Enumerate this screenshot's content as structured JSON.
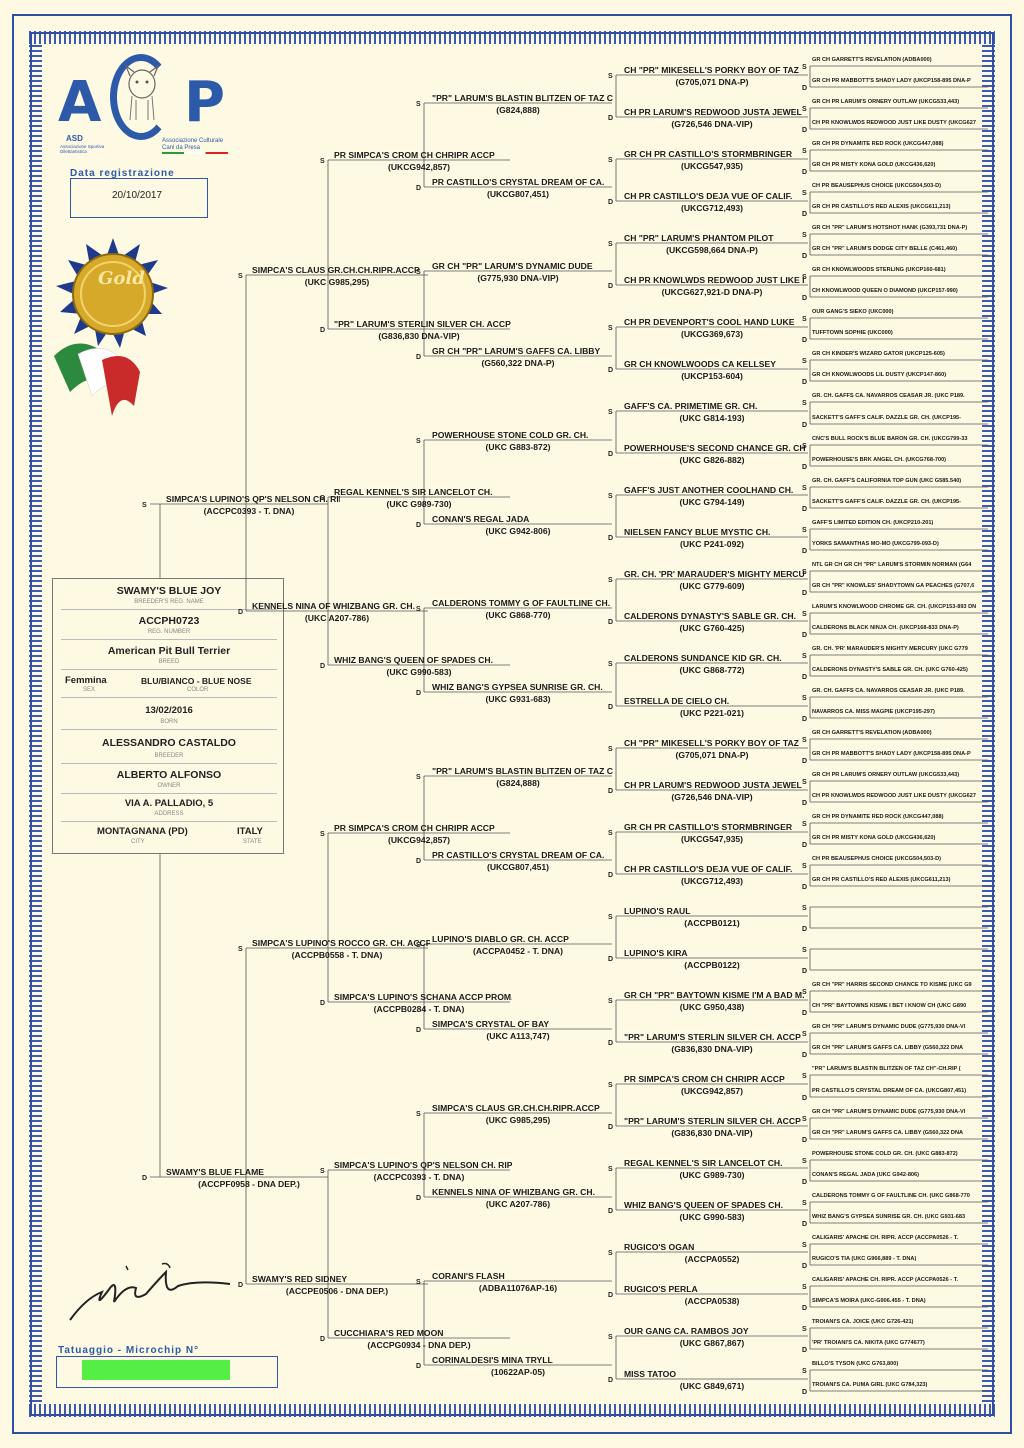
{
  "logo": {
    "left_letter": "A",
    "right_letter": "P",
    "asd": "ASD",
    "asd_sub": "Associazione Sportiva Dilettantistica",
    "assoc": "Associazione Culturale Cani da Presa"
  },
  "registration": {
    "label": "Data registrazione",
    "date": "20/10/2017"
  },
  "badge": {
    "text": "Gold"
  },
  "dog": {
    "name": "SWAMY'S BLUE JOY",
    "name_label": "BREEDER'S REG. NAME",
    "reg": "ACCPH0723",
    "reg_label": "REG. NUMBER",
    "breed": "American Pit Bull Terrier",
    "breed_label": "BREED",
    "sex": "Femmina",
    "sex_label": "SEX",
    "color": "BLU/BIANCO - BLUE NOSE",
    "color_label": "COLOR",
    "born": "13/02/2016",
    "born_label": "BORN",
    "breeder": "ALESSANDRO CASTALDO",
    "breeder_label": "BREEDER",
    "owner": "ALBERTO ALFONSO",
    "owner_label": "OWNER",
    "address": "VIA A. PALLADIO, 5",
    "address_label": "ADDRESS",
    "city": "MONTAGNANA (PD)",
    "city_label": "CITY",
    "state": "ITALY",
    "state_label": "STATE"
  },
  "tattoo": {
    "label": "Tatuaggio - Microchip   N°"
  },
  "pedigree": {
    "g1": [
      {
        "name": "SIMPCA'S LUPINO'S QP'S NELSON CH. RIPR. ACCP",
        "reg": "(ACCPC0393 - T. DNA)",
        "sd": "S"
      },
      {
        "name": "SWAMY'S BLUE FLAME",
        "reg": "(ACCPF0958 - DNA DEP.)",
        "sd": "D"
      }
    ],
    "g2": [
      {
        "name": "SIMPCA'S CLAUS GR.CH.CH.RIPR.ACCP",
        "reg": "(UKC G985,295)",
        "sd": "S"
      },
      {
        "name": "KENNELS NINA OF WHIZBANG GR. CH.",
        "reg": "(UKC A207-786)",
        "sd": "D"
      },
      {
        "name": "SIMPCA'S LUPINO'S ROCCO GR. CH. ACCP",
        "reg": "(ACCPB0558 - T. DNA)",
        "sd": "S"
      },
      {
        "name": "SWAMY'S RED SIDNEY",
        "reg": "(ACCPE0506 - DNA DEP.)",
        "sd": "D"
      }
    ],
    "g3": [
      {
        "name": "PR SIMPCA'S CROM CH CHRIPR ACCP",
        "reg": "(UKCG942,857)",
        "sd": "S"
      },
      {
        "name": "\"PR\" LARUM'S STERLIN SILVER CH. ACCP",
        "reg": "(G836,830 DNA-VIP)",
        "sd": "D"
      },
      {
        "name": "REGAL KENNEL'S SIR LANCELOT CH.",
        "reg": "(UKC G989-730)",
        "sd": "S"
      },
      {
        "name": "WHIZ BANG'S QUEEN OF SPADES CH.",
        "reg": "(UKC G990-583)",
        "sd": "D"
      },
      {
        "name": "PR SIMPCA'S CROM CH CHRIPR ACCP",
        "reg": "(UKCG942,857)",
        "sd": "S"
      },
      {
        "name": "SIMPCA'S LUPINO'S SCHANA ACCP PROM. E CH. ACCP",
        "reg": "(ACCPB0284 - T. DNA)",
        "sd": "D"
      },
      {
        "name": "SIMPCA'S LUPINO'S QP'S NELSON CH. RIPR. ACCP",
        "reg": "(ACCPC0393 - T. DNA)",
        "sd": "S"
      },
      {
        "name": "CUCCHIARA'S RED MOON",
        "reg": "(ACCPG0934 - DNA DEP.)",
        "sd": "D"
      }
    ],
    "g4": [
      {
        "name": "\"PR\" LARUM'S BLASTIN BLITZEN OF TAZ C",
        "reg": "(G824,888)",
        "sd": "S"
      },
      {
        "name": "PR CASTILLO'S CRYSTAL DREAM OF CA.",
        "reg": "(UKCG807,451)",
        "sd": "D"
      },
      {
        "name": "GR CH \"PR\" LARUM'S DYNAMIC DUDE",
        "reg": "(G775,930 DNA-VIP)",
        "sd": "S"
      },
      {
        "name": "GR CH \"PR\" LARUM'S GAFFS CA. LIBBY",
        "reg": "(G560,322 DNA-P)",
        "sd": "D"
      },
      {
        "name": "POWERHOUSE STONE COLD GR. CH.",
        "reg": "(UKC G883-872)",
        "sd": "S"
      },
      {
        "name": "CONAN'S REGAL JADA",
        "reg": "(UKC G942-806)",
        "sd": "D"
      },
      {
        "name": "CALDERONS TOMMY G OF FAULTLINE CH.",
        "reg": "(UKC G868-770)",
        "sd": "S"
      },
      {
        "name": "WHIZ BANG'S GYPSEA SUNRISE GR. CH.",
        "reg": "(UKC G931-683)",
        "sd": "D"
      },
      {
        "name": "\"PR\" LARUM'S BLASTIN BLITZEN OF TAZ C",
        "reg": "(G824,888)",
        "sd": "S"
      },
      {
        "name": "PR CASTILLO'S CRYSTAL DREAM OF CA.",
        "reg": "(UKCG807,451)",
        "sd": "D"
      },
      {
        "name": "LUPINO'S DIABLO GR. CH. ACCP",
        "reg": "(ACCPA0452 - T. DNA)",
        "sd": "S"
      },
      {
        "name": "SIMPCA'S CRYSTAL OF BAY",
        "reg": "(UKC A113,747)",
        "sd": "D"
      },
      {
        "name": "SIMPCA'S CLAUS GR.CH.CH.RIPR.ACCP",
        "reg": "(UKC G985,295)",
        "sd": "S"
      },
      {
        "name": "KENNELS NINA OF WHIZBANG GR. CH.",
        "reg": "(UKC A207-786)",
        "sd": "D"
      },
      {
        "name": "CORANI'S FLASH",
        "reg": "(ADBA11076AP-16)",
        "sd": "S"
      },
      {
        "name": "CORINALDESI'S MINA TRYLL",
        "reg": "(10622AP-05)",
        "sd": "D"
      }
    ],
    "g5": [
      {
        "name": "CH \"PR\" MIKESELL'S PORKY BOY OF TAZ",
        "reg": "(G705,071 DNA-P)",
        "sd": "S"
      },
      {
        "name": "CH PR LARUM'S REDWOOD JUSTA JEWEL",
        "reg": "(G726,546 DNA-VIP)",
        "sd": "D"
      },
      {
        "name": "GR CH PR CASTILLO'S STORMBRINGER",
        "reg": "(UKCG547,935)",
        "sd": "S"
      },
      {
        "name": "CH PR CASTILLO'S DEJA VUE OF CALIF.",
        "reg": "(UKCG712,493)",
        "sd": "D"
      },
      {
        "name": "CH \"PR\" LARUM'S PHANTOM PILOT",
        "reg": "(UKCG598,664 DNA-P)",
        "sd": "S"
      },
      {
        "name": "CH PR KNOWLWDS REDWOOD JUST LIKE I",
        "reg": "(UKCG627,921-D DNA-P)",
        "sd": "D"
      },
      {
        "name": "CH PR DEVENPORT'S COOL HAND LUKE",
        "reg": "(UKCG369,673)",
        "sd": "S"
      },
      {
        "name": "GR CH KNOWLWOODS CA KELLSEY",
        "reg": "(UKCP153-604)",
        "sd": "D"
      },
      {
        "name": "GAFF'S CA. PRIMETIME GR. CH.",
        "reg": "(UKC G814-193)",
        "sd": "S"
      },
      {
        "name": "POWERHOUSE'S SECOND CHANCE GR. CH",
        "reg": "(UKC G826-882)",
        "sd": "D"
      },
      {
        "name": "GAFF'S JUST ANOTHER COOLHAND CH.",
        "reg": "(UKC G794-149)",
        "sd": "S"
      },
      {
        "name": "NIELSEN FANCY BLUE MYSTIC CH.",
        "reg": "(UKC P241-092)",
        "sd": "D"
      },
      {
        "name": "GR. CH. 'PR' MARAUDER'S MIGHTY MERCU",
        "reg": "(UKC G779-609)",
        "sd": "S"
      },
      {
        "name": "CALDERONS DYNASTY'S SABLE GR. CH.",
        "reg": "(UKC G760-425)",
        "sd": "D"
      },
      {
        "name": "CALDERONS SUNDANCE KID GR. CH.",
        "reg": "(UKC G868-772)",
        "sd": "S"
      },
      {
        "name": "ESTRELLA DE CIELO CH.",
        "reg": "(UKC P221-021)",
        "sd": "D"
      },
      {
        "name": "CH \"PR\" MIKESELL'S PORKY BOY OF TAZ",
        "reg": "(G705,071 DNA-P)",
        "sd": "S"
      },
      {
        "name": "CH PR LARUM'S REDWOOD JUSTA JEWEL",
        "reg": "(G726,546 DNA-VIP)",
        "sd": "D"
      },
      {
        "name": "GR CH PR CASTILLO'S STORMBRINGER",
        "reg": "(UKCG547,935)",
        "sd": "S"
      },
      {
        "name": "CH PR CASTILLO'S DEJA VUE OF CALIF.",
        "reg": "(UKCG712,493)",
        "sd": "D"
      },
      {
        "name": "LUPINO'S RAUL",
        "reg": "(ACCPB0121)",
        "sd": "S"
      },
      {
        "name": "LUPINO'S KIRA",
        "reg": "(ACCPB0122)",
        "sd": "D"
      },
      {
        "name": "GR CH \"PR\" BAYTOWN KISME I'M A BAD M.",
        "reg": "(UKC G950,438)",
        "sd": "S"
      },
      {
        "name": "\"PR\" LARUM'S STERLIN SILVER CH. ACCP",
        "reg": "(G836,830 DNA-VIP)",
        "sd": "D"
      },
      {
        "name": "PR SIMPCA'S CROM CH CHRIPR ACCP",
        "reg": "(UKCG942,857)",
        "sd": "S"
      },
      {
        "name": "\"PR\" LARUM'S STERLIN SILVER CH. ACCP",
        "reg": "(G836,830 DNA-VIP)",
        "sd": "D"
      },
      {
        "name": "REGAL KENNEL'S SIR LANCELOT CH.",
        "reg": "(UKC G989-730)",
        "sd": "S"
      },
      {
        "name": "WHIZ BANG'S QUEEN OF SPADES CH.",
        "reg": "(UKC G990-583)",
        "sd": "D"
      },
      {
        "name": "RUGICO'S OGAN",
        "reg": "(ACCPA0552)",
        "sd": "S"
      },
      {
        "name": "RUGICO'S PERLA",
        "reg": "(ACCPA0538)",
        "sd": "D"
      },
      {
        "name": "OUR GANG CA. RAMBOS JOY",
        "reg": "(UKC G867,867)",
        "sd": "S"
      },
      {
        "name": "MISS TATOO",
        "reg": "(UKC G849,671)",
        "sd": "D"
      }
    ],
    "g6": [
      {
        "name": "GR CH GARRETT'S REVELATION  (ADBA000)",
        "sd": "S"
      },
      {
        "name": "GR CH PR MABBOTT'S SHADY LADY  (UKCP158-895 DNA-P",
        "sd": "D"
      },
      {
        "name": "GR CH PR LARUM'S ORNERY OUTLAW  (UKCG533,443)",
        "sd": "S"
      },
      {
        "name": "CH PR KNOWLWDS REDWOOD JUST LIKE DUSTY  (UKCG627",
        "sd": "D"
      },
      {
        "name": "GR CH PR DYNAMITE RED ROCK  (UKCG447,088)",
        "sd": "S"
      },
      {
        "name": "GR CH PR MISTY KONA GOLD  (UKCG436,620)",
        "sd": "D"
      },
      {
        "name": "CH PR BEAUSEPHUS CHOICE  (UKCG504,503-D)",
        "sd": "S"
      },
      {
        "name": "GR CH PR CASTILLO'S RED ALEXIS  (UKCG611,213)",
        "sd": "D"
      },
      {
        "name": "GR CH \"PR\" LARUM'S HOTSHOT HANK  (G393,731 DNA-P)",
        "sd": "S"
      },
      {
        "name": "GR CH \"PR\" LARUM'S DODGE CITY BELLE  (C461,460)",
        "sd": "D"
      },
      {
        "name": "GR CH KNOWLWOODS STERLING  (UKCP160-681)",
        "sd": "S"
      },
      {
        "name": "CH KNOWLWOOD QUEEN O DIAMOND  (UKCP157-990)",
        "sd": "D"
      },
      {
        "name": "OUR GANG'S SIEKO  (UKC000)",
        "sd": "S"
      },
      {
        "name": "TUFFTOWN SOPHIE  (UKC000)",
        "sd": "D"
      },
      {
        "name": "GR CH KINDER'S WIZARD GATOR  (UKCP125-605)",
        "sd": "S"
      },
      {
        "name": "GR CH KNOWLWOODS LIL DUSTY  (UKCP147-860)",
        "sd": "D"
      },
      {
        "name": "GR. CH. GAFFS CA. NAVARROS CEASAR JR.  (UKC P189.",
        "sd": "S"
      },
      {
        "name": "SACKETT'S GAFF'S CALIF. DAZZLE GR. CH.  (UKCP195-",
        "sd": "D"
      },
      {
        "name": "CNC'S BULL ROCK'S BLUE BARON GR. CH.  (UKCG799-33",
        "sd": "S"
      },
      {
        "name": "POWERHOUSE'S BRK ANGEL CH.  (UKCG768-700)",
        "sd": "D"
      },
      {
        "name": "GR. CH. GAFF'S CALIFORNIA TOP GUN  (UKC G585.540)",
        "sd": "S"
      },
      {
        "name": "SACKETT'S GAFF'S CALIF. DAZZLE GR. CH.  (UKCP195-",
        "sd": "D"
      },
      {
        "name": "GAFF'S LIMITED EDITION CH.  (UKCP210-201)",
        "sd": "S"
      },
      {
        "name": "YORKS SAMANTHAS MO-MO  (UKCG799-093-D)",
        "sd": "D"
      },
      {
        "name": "NTL GR CH GR CH \"PR\" LARUM'S STORMIN NORMAN  (G64",
        "sd": "S"
      },
      {
        "name": "GR CH \"PR\" KNOWLES' SHADYTOWN GA PEACHES  (G707,6",
        "sd": "D"
      },
      {
        "name": "LARUM'S KNOWLWOOD CHROME GR. CH.  (UKCP153-893 DN",
        "sd": "S"
      },
      {
        "name": "CALDERONS BLACK NINJA CH.  (UKCP168-833 DNA-P)",
        "sd": "D"
      },
      {
        "name": "GR. CH. 'PR' MARAUDER'S MIGHTY MERCURY  (UKC G779",
        "sd": "S"
      },
      {
        "name": "CALDERONS DYNASTY'S SABLE GR. CH.  (UKC G760-425)",
        "sd": "D"
      },
      {
        "name": "GR. CH. GAFFS CA. NAVARROS CEASAR JR.  (UKC P189.",
        "sd": "S"
      },
      {
        "name": "NAVARROS CA. MISS MAGPIE  (UKCP195-297)",
        "sd": "D"
      },
      {
        "name": "GR CH GARRETT'S REVELATION  (ADBA000)",
        "sd": "S"
      },
      {
        "name": "GR CH PR MABBOTT'S SHADY LADY  (UKCP158-895 DNA-P",
        "sd": "D"
      },
      {
        "name": "GR CH PR LARUM'S ORNERY OUTLAW  (UKCG533,443)",
        "sd": "S"
      },
      {
        "name": "CH PR KNOWLWDS REDWOOD JUST LIKE DUSTY  (UKCG627",
        "sd": "D"
      },
      {
        "name": "GR CH PR DYNAMITE RED ROCK  (UKCG447,088)",
        "sd": "S"
      },
      {
        "name": "GR CH PR MISTY KONA GOLD  (UKCG436,620)",
        "sd": "D"
      },
      {
        "name": "CH PR BEAUSEPHUS CHOICE  (UKCG504,503-D)",
        "sd": "S"
      },
      {
        "name": "GR CH PR CASTILLO'S RED ALEXIS  (UKCG611,213)",
        "sd": "D"
      },
      {
        "name": "",
        "sd": "S"
      },
      {
        "name": "",
        "sd": "D"
      },
      {
        "name": "",
        "sd": "S"
      },
      {
        "name": "",
        "sd": "D"
      },
      {
        "name": "GR CH \"PR\" HARRIS SECOND CHANCE TO KISME  (UKC G9",
        "sd": "S"
      },
      {
        "name": "CH \"PR\" BAYTOWNS KISME I BET I KNOW CH  (UKC G890",
        "sd": "D"
      },
      {
        "name": "GR CH \"PR\" LARUM'S DYNAMIC DUDE  (G775,930 DNA-VI",
        "sd": "S"
      },
      {
        "name": "GR CH \"PR\" LARUM'S GAFFS CA. LIBBY  (G560,322 DNA",
        "sd": "D"
      },
      {
        "name": "\"PR\" LARUM'S BLASTIN BLITZEN OF TAZ CH\"-CH.RIP  (",
        "sd": "S"
      },
      {
        "name": "PR CASTILLO'S CRYSTAL DREAM OF CA.  (UKCG807,451)",
        "sd": "D"
      },
      {
        "name": "GR CH \"PR\" LARUM'S DYNAMIC DUDE  (G775,930 DNA-VI",
        "sd": "S"
      },
      {
        "name": "GR CH \"PR\" LARUM'S GAFFS CA. LIBBY  (G560,322 DNA",
        "sd": "D"
      },
      {
        "name": "POWERHOUSE STONE COLD GR. CH.  (UKC G883-872)",
        "sd": "S"
      },
      {
        "name": "CONAN'S REGAL JADA  (UKC G942-806)",
        "sd": "D"
      },
      {
        "name": "CALDERONS TOMMY G OF FAULTLINE CH.  (UKC G868-770",
        "sd": "S"
      },
      {
        "name": "WHIZ BANG'S GYPSEA SUNRISE GR. CH.  (UKC G931-683",
        "sd": "D"
      },
      {
        "name": "CALIGARIS' APACHE CH. RIPR. ACCP  (ACCPA0526 - T.",
        "sd": "S"
      },
      {
        "name": "RUGICO'S TIA  (UKC G966,889 - T. DNA)",
        "sd": "D"
      },
      {
        "name": "CALIGARIS' APACHE CH. RIPR. ACCP  (ACCPA0526 - T.",
        "sd": "S"
      },
      {
        "name": "SIMPCA'S MOIRA  (UKC-G906.455 - T. DNA)",
        "sd": "D"
      },
      {
        "name": "TROIANI'S CA. JOICE  (UKC G726-421)",
        "sd": "S"
      },
      {
        "name": "'PR' TROIANI'S CA. NIKITA  (UKC G774677)",
        "sd": "D"
      },
      {
        "name": "BILLO'S TYSON  (UKC G763,800)",
        "sd": "S"
      },
      {
        "name": "TROIANI'S CA. PUMA GIRL  (UKC G784,323)",
        "sd": "D"
      }
    ]
  }
}
